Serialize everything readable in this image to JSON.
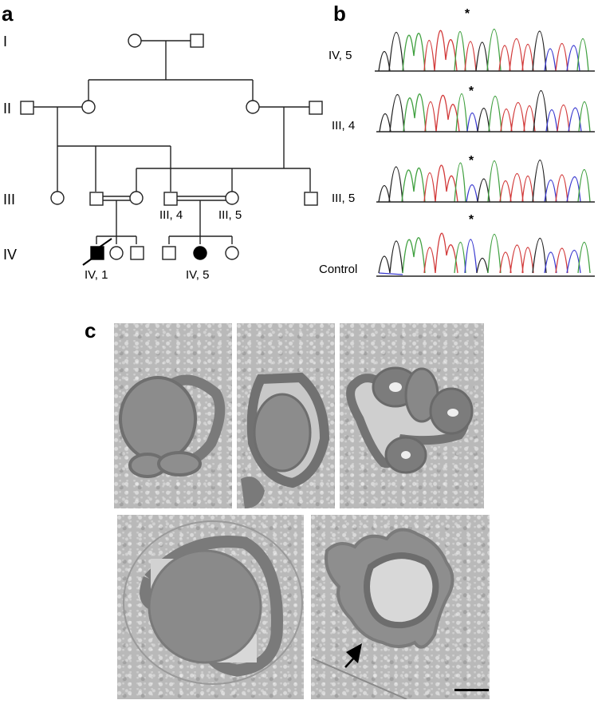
{
  "figure": {
    "panel_a": {
      "letter": "a",
      "generations": [
        "I",
        "II",
        "III",
        "IV"
      ],
      "individual_labels": {
        "iii4": "III, 4",
        "iii5": "III, 5",
        "iv1": "IV, 1",
        "iv5": "IV, 5"
      },
      "legend_semantics": {
        "square": "male",
        "circle": "female",
        "filled": "affected",
        "double_line": "consanguineous union",
        "arrow": "proband (IV, 1)"
      }
    },
    "panel_b": {
      "letter": "b",
      "traces": [
        {
          "label": "IV, 5",
          "marker": "*"
        },
        {
          "label": "III, 4",
          "marker": "*"
        },
        {
          "label": "III, 5",
          "marker": "*"
        },
        {
          "label": "Control",
          "marker": "*"
        }
      ],
      "colors": {
        "A": "#3fa03f",
        "C": "#3a3ad0",
        "G": "#222222",
        "T": "#d23a3a"
      }
    },
    "panel_c": {
      "letter": "c",
      "images": [
        {
          "name": "em-top-left"
        },
        {
          "name": "em-top-middle"
        },
        {
          "name": "em-top-right"
        },
        {
          "name": "em-bottom-left"
        },
        {
          "name": "em-bottom-right",
          "annotation": "arrow",
          "scale_bar": true
        }
      ]
    }
  }
}
